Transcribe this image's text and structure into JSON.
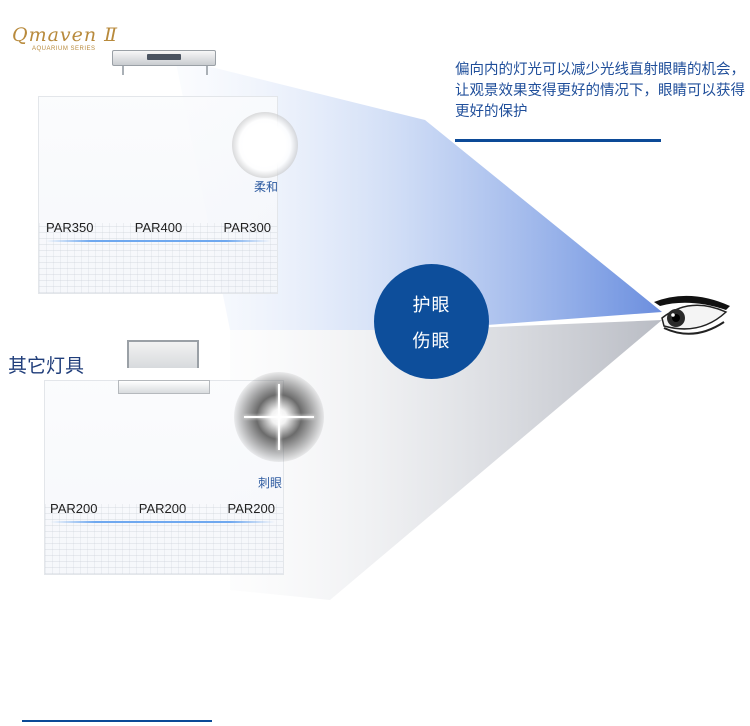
{
  "logo": {
    "brand": "Qmaven Ⅱ",
    "tagline": "AQUARIUM SERIES"
  },
  "description": "偏向内的灯光可以减少光线直射眼睛的机会，让观景效果变得更好的情况下，眼睛可以获得更好的保护",
  "badge": {
    "line1": "护眼",
    "line2": "伤眼"
  },
  "other_title": "其它灯具",
  "top_panel": {
    "glow_label": "柔和",
    "par_values": [
      "PAR350",
      "PAR400",
      "PAR300"
    ]
  },
  "bottom_panel": {
    "glow_label": "刺眼",
    "par_values": [
      "PAR200",
      "PAR200",
      "PAR200"
    ]
  },
  "colors": {
    "accent_blue": "#0d4e9b",
    "text_blue": "#1f4e9a",
    "logo_gold": "#b88a3c"
  },
  "icons": [
    "eye-icon",
    "fixture-icon",
    "soft-light-icon",
    "glare-light-icon"
  ]
}
